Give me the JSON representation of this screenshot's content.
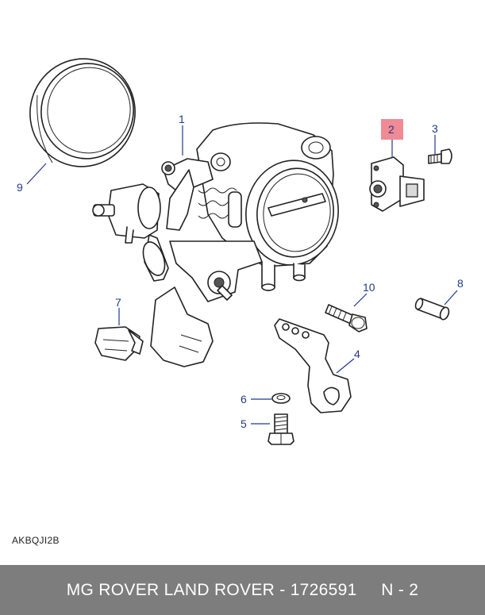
{
  "diagram": {
    "callouts": [
      {
        "id": "1",
        "label": "1",
        "highlighted": false
      },
      {
        "id": "2",
        "label": "2",
        "highlighted": true
      },
      {
        "id": "3",
        "label": "3",
        "highlighted": false
      },
      {
        "id": "4",
        "label": "4",
        "highlighted": false
      },
      {
        "id": "5",
        "label": "5",
        "highlighted": false
      },
      {
        "id": "6",
        "label": "6",
        "highlighted": false
      },
      {
        "id": "7",
        "label": "7",
        "highlighted": false
      },
      {
        "id": "8",
        "label": "8",
        "highlighted": false
      },
      {
        "id": "9",
        "label": "9",
        "highlighted": false
      },
      {
        "id": "10",
        "label": "10",
        "highlighted": false
      }
    ],
    "reference_code": "AKBQJI2B",
    "colors": {
      "callout_text": "#1f3a8a",
      "highlight_box": "#f08a94",
      "footer_background": "#7d7d7d",
      "footer_text": "#ffffff"
    }
  },
  "footer": {
    "text": "MG ROVER LAND ROVER - 1726591     N - 2"
  }
}
